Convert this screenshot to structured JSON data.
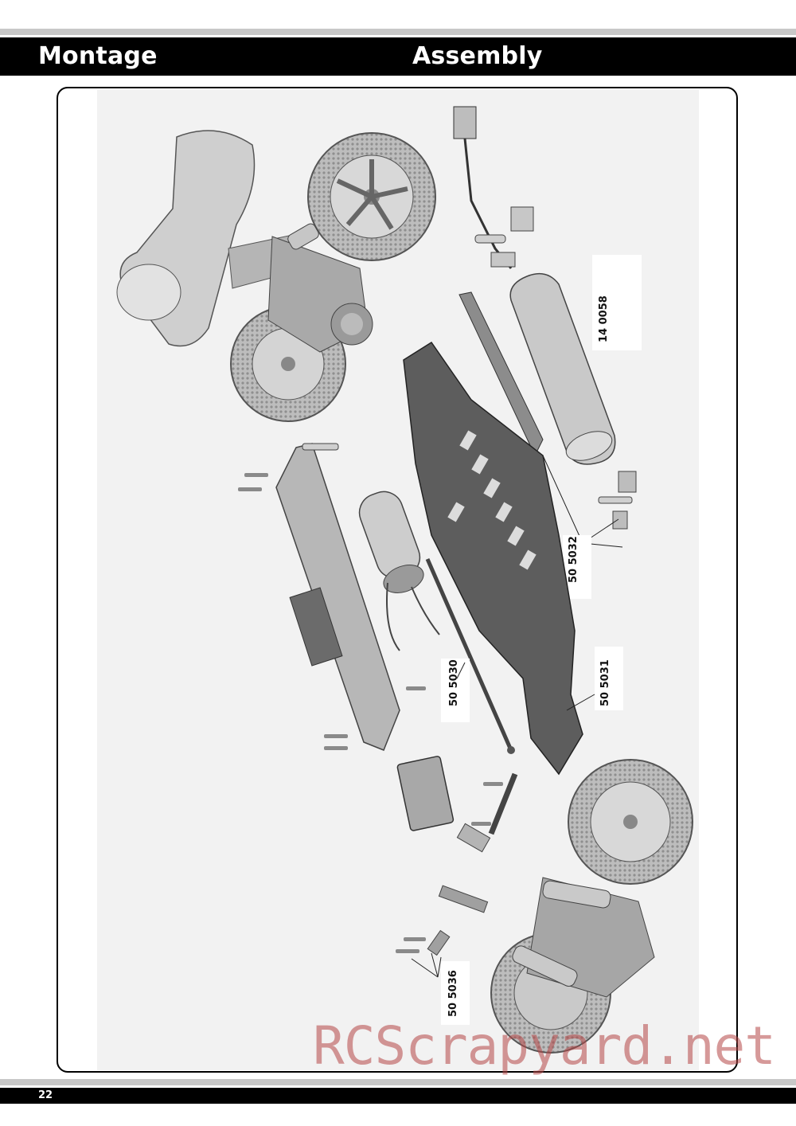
{
  "header": {
    "left_title": "Montage",
    "right_title": "Assembly"
  },
  "parts": [
    {
      "id": "14 0058"
    },
    {
      "id": "50 5032"
    },
    {
      "id": "50 5030"
    },
    {
      "id": "50 5031"
    },
    {
      "id": "50 5036"
    }
  ],
  "watermark": "RCScrapyard.net",
  "footer": {
    "page_number": "22"
  }
}
